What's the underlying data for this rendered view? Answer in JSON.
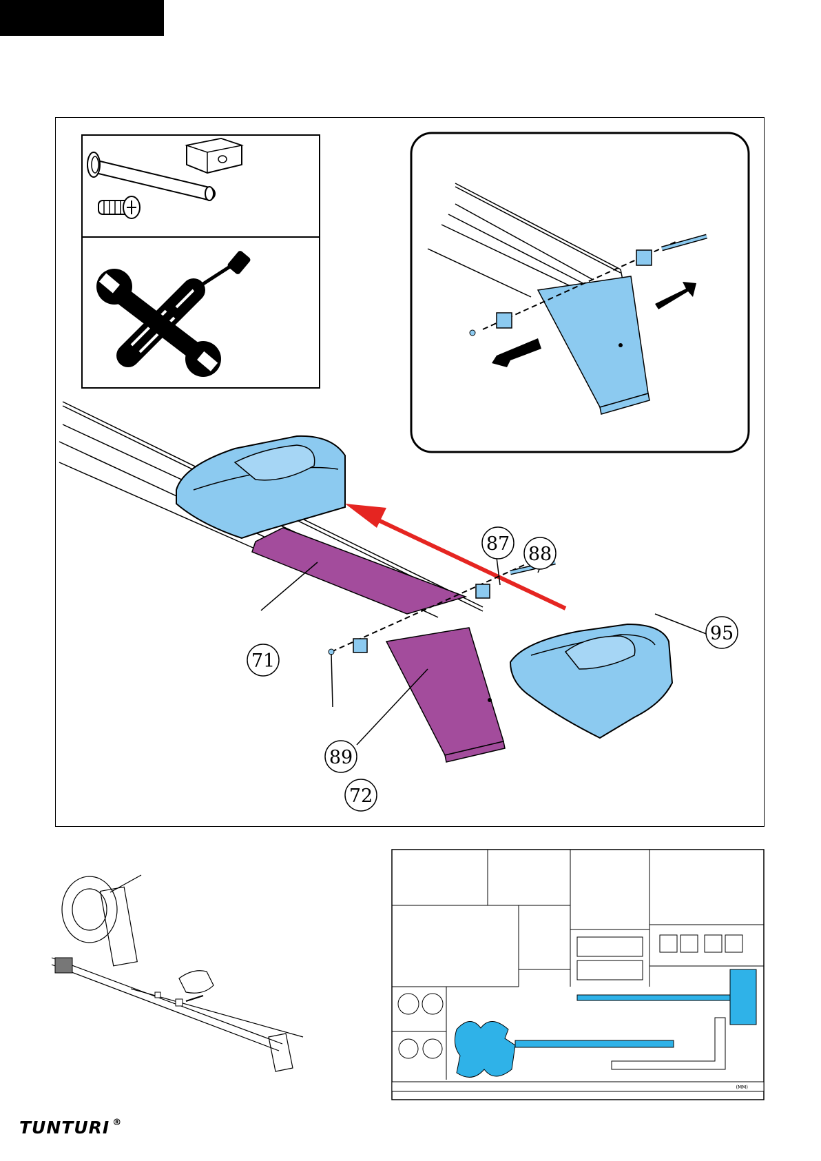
{
  "brand": {
    "name": "TUNTURI",
    "registered": "®"
  },
  "colors": {
    "part_blue": "#8ccaf0",
    "frame_purple": "#a34c9c",
    "arrow_red": "#e52521",
    "chart_blue": "#2fb2e8",
    "line": "#000000"
  },
  "icons": [
    "pin-icon",
    "nut-icon",
    "screw-icon",
    "wrench-screwdriver-icon"
  ],
  "callouts": {
    "p71": "71",
    "p72": "72",
    "p87": "87",
    "p88": "88",
    "p89": "89",
    "p95": "95"
  },
  "hardware_chart": {
    "ruler_unit": "(MM)"
  }
}
